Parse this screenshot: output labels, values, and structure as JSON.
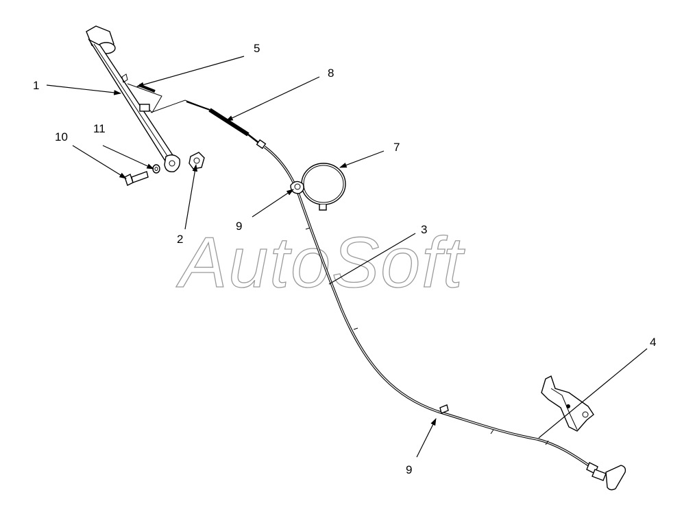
{
  "watermark": "AutoSoft",
  "callouts": [
    {
      "id": "c1",
      "label": "1"
    },
    {
      "id": "c2",
      "label": "2"
    },
    {
      "id": "c3",
      "label": "3"
    },
    {
      "id": "c4",
      "label": "4"
    },
    {
      "id": "c5",
      "label": "5"
    },
    {
      "id": "c7",
      "label": "7"
    },
    {
      "id": "c8",
      "label": "8"
    },
    {
      "id": "c9a",
      "label": "9"
    },
    {
      "id": "c9b",
      "label": "9"
    },
    {
      "id": "c10",
      "label": "10"
    },
    {
      "id": "c11",
      "label": "11"
    }
  ]
}
